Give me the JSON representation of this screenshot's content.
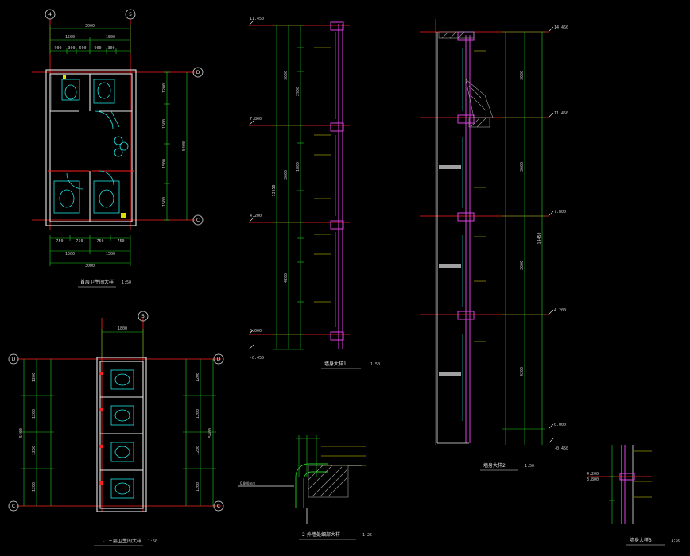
{
  "colors": {
    "background": "#000000",
    "axis_red": "#ff2020",
    "wall_white": "#e8e8e8",
    "dim_green": "#20d020",
    "fixture_cyan": "#20e0e0",
    "member_magenta": "#e040e0",
    "hatch_grey": "#a0a0a0",
    "member_yellow": "#e0e000"
  },
  "plan1": {
    "axis_top": [
      "4",
      "5"
    ],
    "axis_right": [
      "D",
      "C"
    ],
    "dims_top": [
      "3000",
      "1500",
      "1500",
      "900",
      "300",
      "600",
      "900",
      "300"
    ],
    "dims_bottom": [
      "750",
      "750",
      "750",
      "750",
      "1500",
      "1500",
      "3000"
    ],
    "dims_right": [
      "1200",
      "1500",
      "1500",
      "1500",
      "5400"
    ],
    "title": "首层卫生间大样",
    "scale": "1:50"
  },
  "plan2": {
    "axis_top": [
      "5"
    ],
    "axis_side": [
      "D",
      "C"
    ],
    "dims_top": [
      "1800"
    ],
    "dims_side": [
      "1200",
      "1200",
      "1200",
      "1200",
      "5400"
    ],
    "title": "二、三层卫生间大样",
    "scale": "1:50"
  },
  "section1": {
    "levels": [
      "11.450",
      "7.800",
      "4.200",
      "0.000",
      "-0.450"
    ],
    "dims": [
      "3600",
      "3600",
      "4200",
      "13950",
      "2900",
      "1800"
    ],
    "title": "墙身大样1",
    "scale": "1:50"
  },
  "section2": {
    "levels": [
      "14.450",
      "11.450",
      "7.800",
      "4.200",
      "0.000",
      "-0.450"
    ],
    "dims": [
      "3000",
      "3600",
      "3600",
      "4200",
      "14450"
    ],
    "title": "墙身大样2",
    "scale": "1:50"
  },
  "detail1": {
    "note": "0.800mm",
    "title": "2-外墙处细部大样",
    "scale": "1:25"
  },
  "detail3": {
    "levels": [
      "4.200",
      "3.800"
    ],
    "title": "墙身大样3",
    "scale": "1:50"
  }
}
